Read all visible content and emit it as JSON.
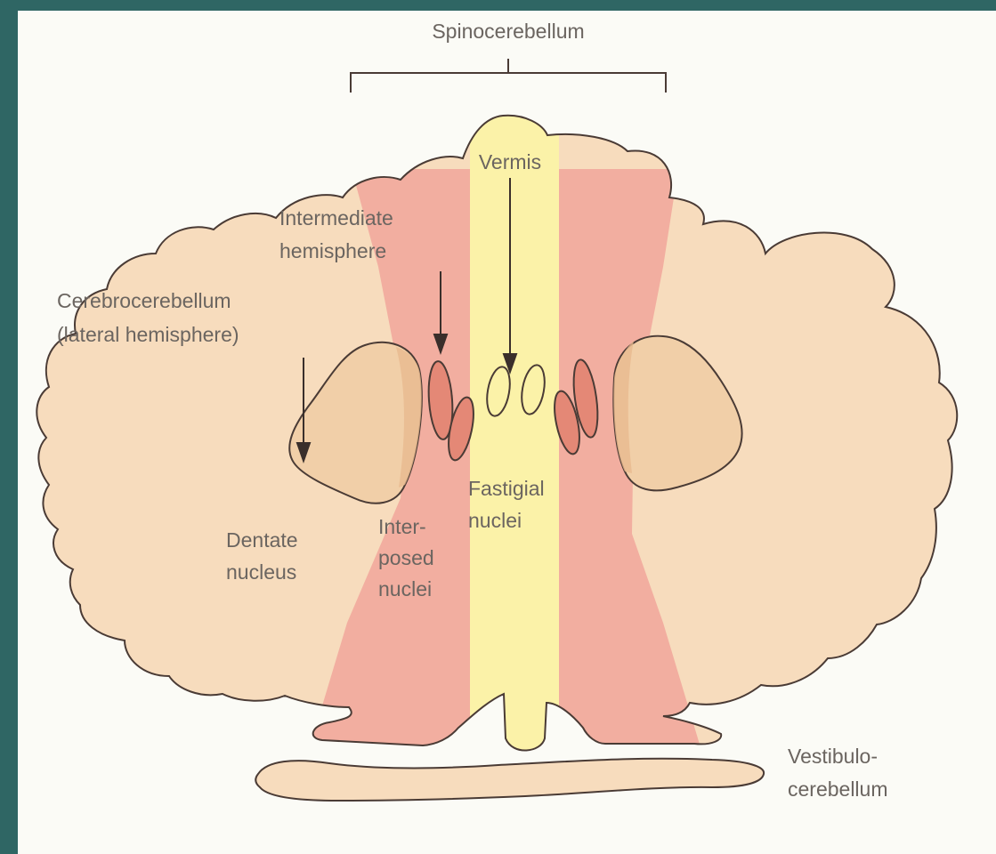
{
  "colors": {
    "frame": "#2f6664",
    "paper": "#fbfbf6",
    "cerebellum_fill": "#f7dcbd",
    "intermediate_fill": "#f2aea0",
    "vermis_fill": "#fbf2a8",
    "nucleus_fill": "#e48876",
    "outline": "#4a3b35"
  },
  "labels": {
    "spinocerebellum": "Spinocerebellum",
    "vermis": "Vermis",
    "intermediate_line1": "Intermediate",
    "intermediate_line2": "hemisphere",
    "cerebrocerebellum_line1": "Cerebrocerebellum",
    "cerebrocerebellum_line2": "(lateral hemisphere)",
    "fastigial_line1": "Fastigial",
    "fastigial_line2": "nuclei",
    "interposed_line1": "Inter-",
    "interposed_line2": "posed",
    "interposed_line3": "nuclei",
    "dentate_line1": "Dentate",
    "dentate_line2": "nucleus",
    "vestibulo_line1": "Vestibulo-",
    "vestibulo_line2": "cerebellum"
  }
}
